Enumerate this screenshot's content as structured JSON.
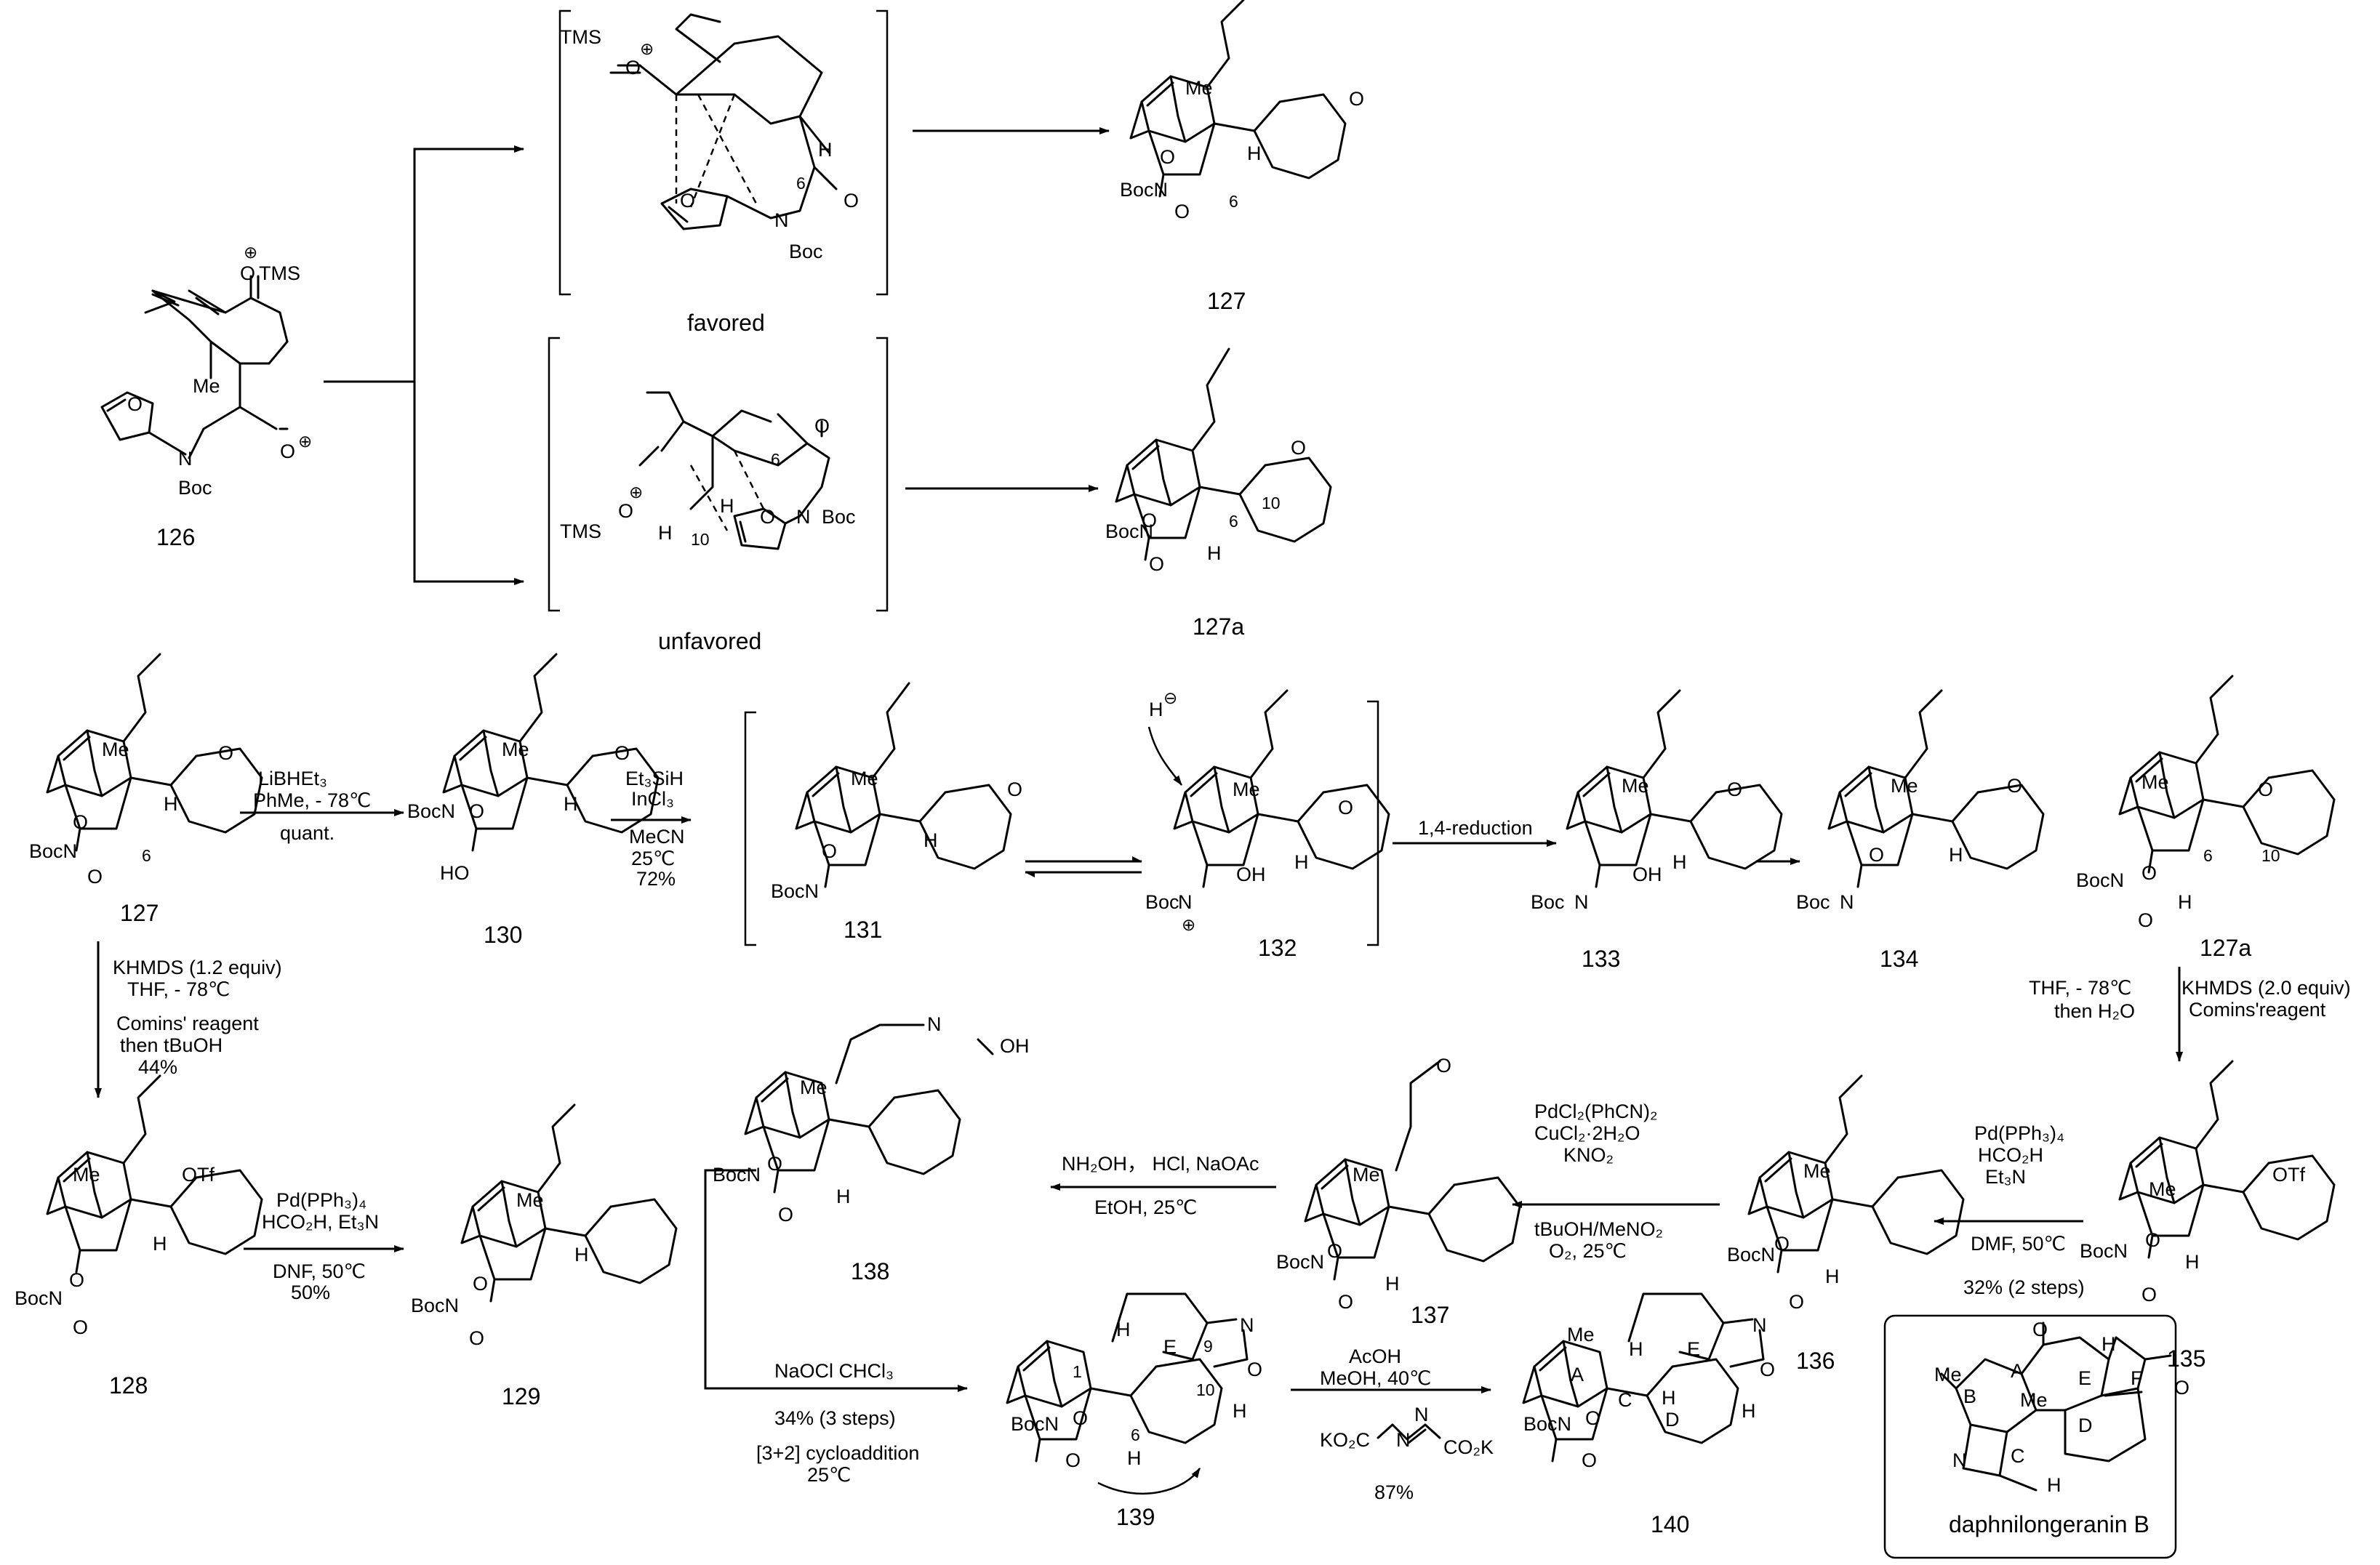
{
  "compounds": {
    "c126": "126",
    "c127": "127",
    "c127a": "127a",
    "c128": "128",
    "c129": "129",
    "c130": "130",
    "c131": "131",
    "c132": "132",
    "c133": "133",
    "c134": "134",
    "c135": "135",
    "c136": "136",
    "c137": "137",
    "c138": "138",
    "c139": "139",
    "c140": "140",
    "natural_product": "daphnilongeranin B"
  },
  "transition_states": {
    "favored": "favored",
    "unfavored": "unfavored"
  },
  "atoms": {
    "TMS": "TMS",
    "O": "O",
    "N": "N",
    "H": "H",
    "Me": "Me",
    "Boc": "Boc",
    "BocN": "BocN",
    "OTf": "OTf",
    "OH": "OH",
    "HO": "HO",
    "OHplus": "OH",
    "plus": "⊕",
    "minus": "⊖",
    "H_minus": "H",
    "num6": "6",
    "num10": "10",
    "num1": "1",
    "num9": "9",
    "ringA": "A",
    "ringB": "B",
    "ringC": "C",
    "ringD": "D",
    "ringE": "E",
    "ringF": "F",
    "O_ring": "O",
    "N_ring": "N",
    "hydrox": "H"
  },
  "conditions": {
    "s1_a": "LiBHEt₃",
    "s1_b": "PhMe, - 78℃",
    "s1_c": "quant.",
    "s2_a": "Et₃SiH",
    "s2_b": "InCl₃",
    "s2_c": "MeCN",
    "s2_d": "25℃",
    "s2_e": "72%",
    "s3": "1,4-reduction",
    "s4_a": "KHMDS (1.2 equiv)",
    "s4_b": "THF, - 78℃",
    "s4_c": "Comins' reagent",
    "s4_d": "then tBuOH",
    "s4_e": "44%",
    "s5_a": "Pd(PPh₃)₄",
    "s5_b": "HCO₂H, Et₃N",
    "s5_c": "DNF, 50℃",
    "s5_d": "50%",
    "s6_a": "THF, - 78℃",
    "s6_b": "then H₂O",
    "s6_c": "KHMDS (2.0 equiv)",
    "s6_d": "Comins'reagent",
    "s7_a": "Pd(PPh₃)₄",
    "s7_b": "HCO₂H",
    "s7_c": "Et₃N",
    "s7_d": "DMF, 50℃",
    "s7_e": "32% (2 steps)",
    "s8_a": "PdCl₂(PhCN)₂",
    "s8_b": "CuCl₂·2H₂O",
    "s8_c": "KNO₂",
    "s8_d": "tBuOH/MeNO₂",
    "s8_e": "O₂, 25℃",
    "s9_a": "NH₂OH，  HCl, NaOAc",
    "s9_b": "EtOH, 25℃",
    "s10_a": "NaOCl CHCl₃",
    "s10_b": "34% (3 steps)",
    "s10_c": "[3+2] cycloaddition",
    "s10_d": "25℃",
    "s11_a": "AcOH",
    "s11_b": "MeOH, 40℃",
    "s11_c": "KO₂C",
    "s11_d": "CO₂K",
    "s11_e": "87%"
  }
}
